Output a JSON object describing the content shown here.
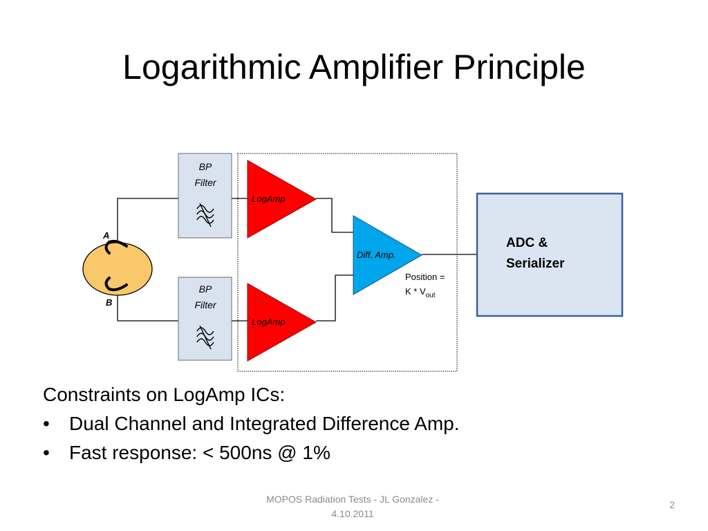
{
  "slide": {
    "title": "Logarithmic Amplifier Principle",
    "footer": "MOPOS Radiation Tests - JL Gonzalez - 4.10.2011",
    "page_number": "2"
  },
  "diagram": {
    "pickup_labels": [
      "A",
      "B"
    ],
    "filters": [
      {
        "line1": "BP",
        "line2": "Filter"
      },
      {
        "line1": "BP",
        "line2": "Filter"
      }
    ],
    "logamps": [
      "LogAmp",
      "LogAmp"
    ],
    "diff_amp": "Diff. Amp.",
    "position_eq": {
      "line1": "Position =",
      "line2_main": "K * V",
      "line2_sub": "out"
    },
    "adc": {
      "line1": "ADC &",
      "line2": "Serializer"
    },
    "colors": {
      "pickup_fill": "#f9c86a",
      "filter_fill": "#d9e3ef",
      "logamp_fill": "#ff0000",
      "diff_amp_fill": "#00a6ec",
      "adc_fill": "#dbe5f1",
      "adc_border": "#3b5f9a"
    },
    "icons": [
      "sine-wave-icon",
      "sine-wave-icon"
    ]
  },
  "constraints": {
    "heading": "Constraints on LogAmp ICs:",
    "bullets": [
      "Dual Channel and Integrated Difference Amp.",
      "Fast response: < 500ns @ 1%"
    ]
  }
}
